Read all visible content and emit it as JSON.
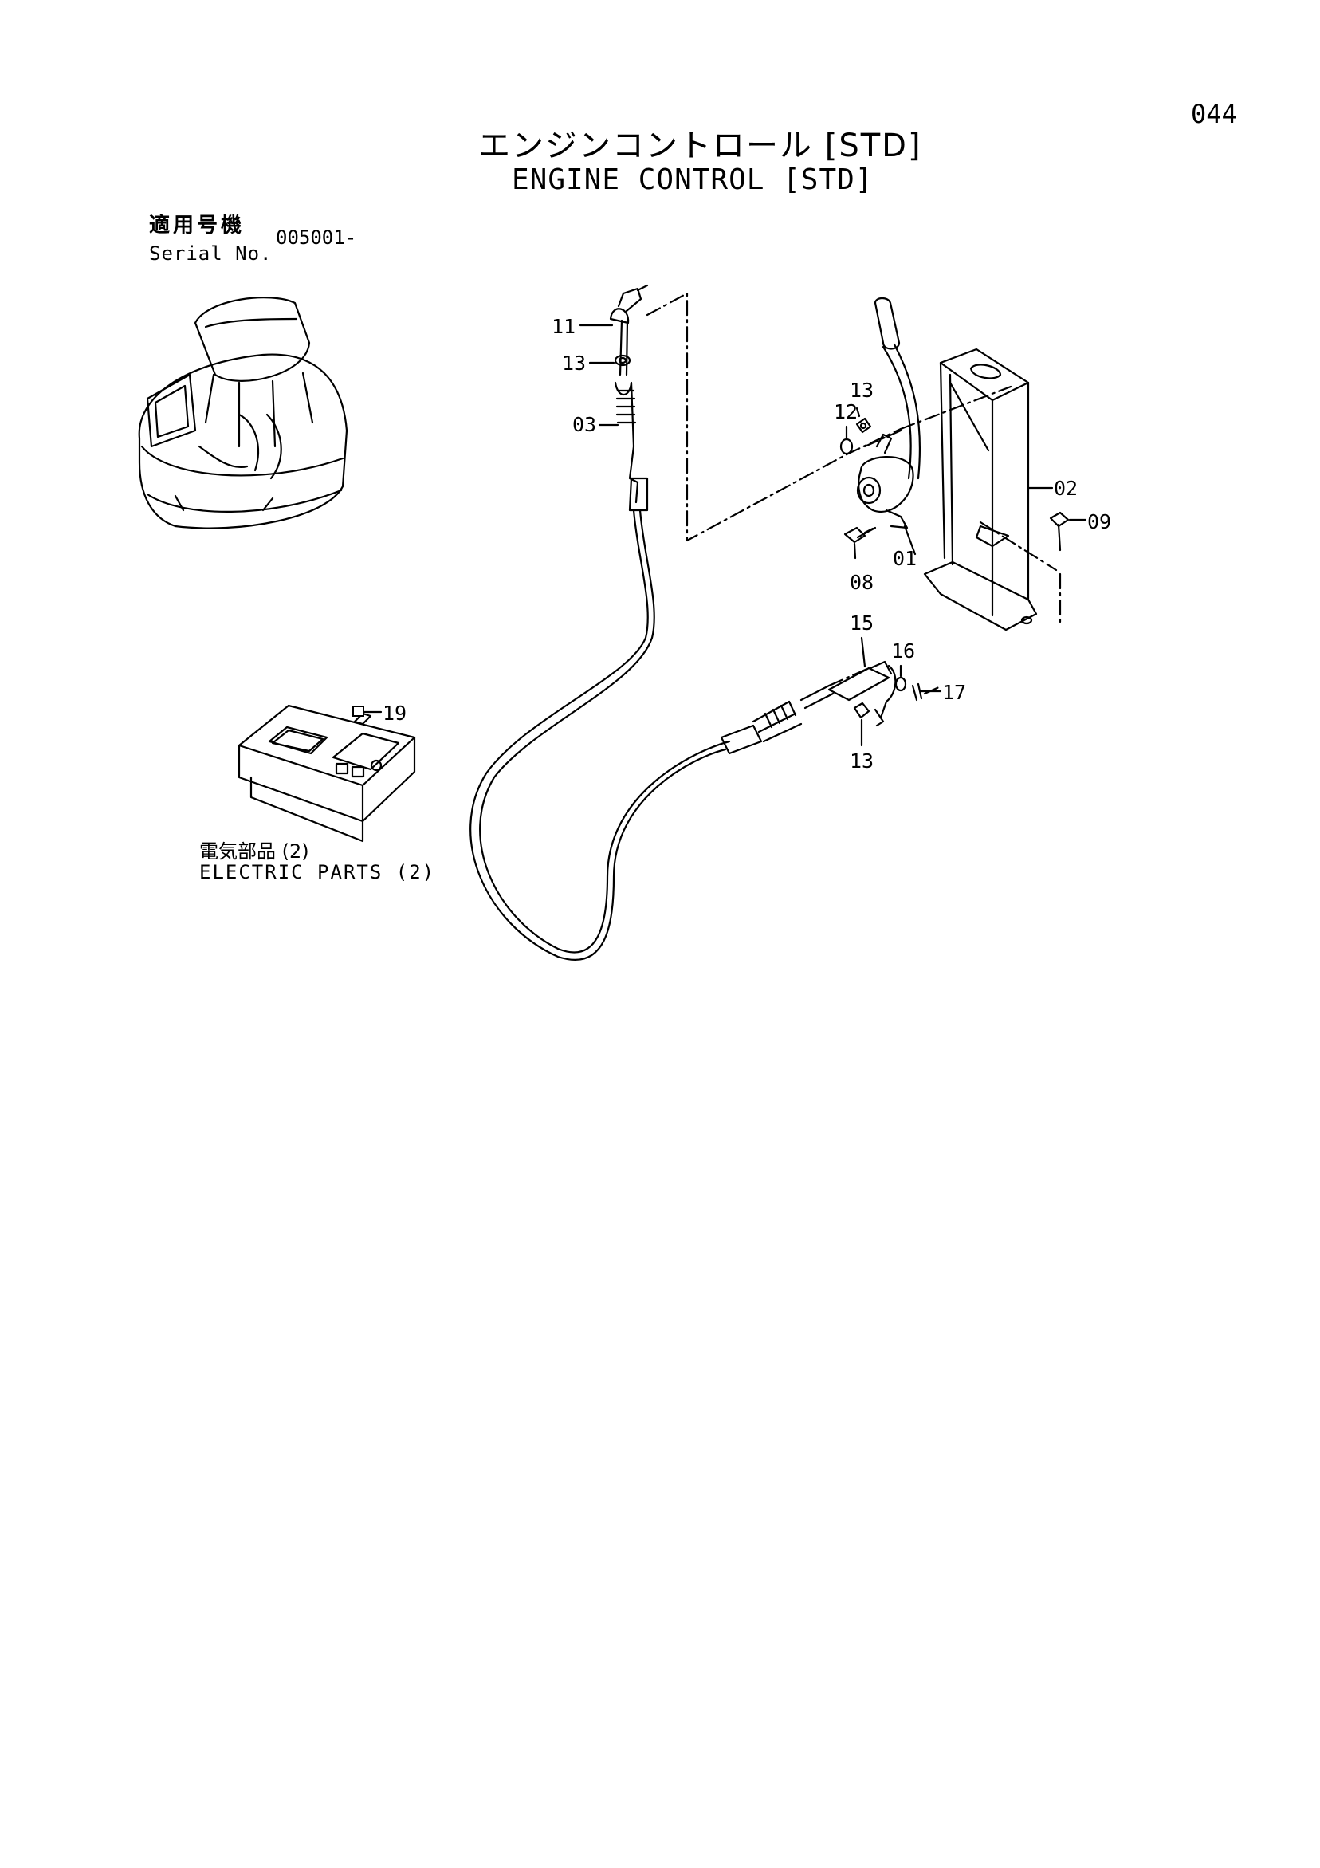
{
  "header": {
    "page_number": "044",
    "title_ja": "エンジンコントロール [STD]",
    "title_en": "ENGINE CONTROL [STD]"
  },
  "serial": {
    "label_ja": "適用号機",
    "label_en": "Serial No.",
    "value": "005001-"
  },
  "electric_parts_note": {
    "label_ja": "電気部品 (2)",
    "label_en": "ELECTRIC PARTS (2)"
  },
  "callouts": {
    "p01": "01",
    "p02": "02",
    "p03": "03",
    "p08": "08",
    "p09": "09",
    "p11": "11",
    "p12": "12",
    "p13a": "13",
    "p13b": "13",
    "p13c": "13",
    "p15": "15",
    "p16": "16",
    "p17": "17",
    "p19": "19"
  },
  "colors": {
    "ink": "#000000",
    "paper": "#ffffff"
  }
}
